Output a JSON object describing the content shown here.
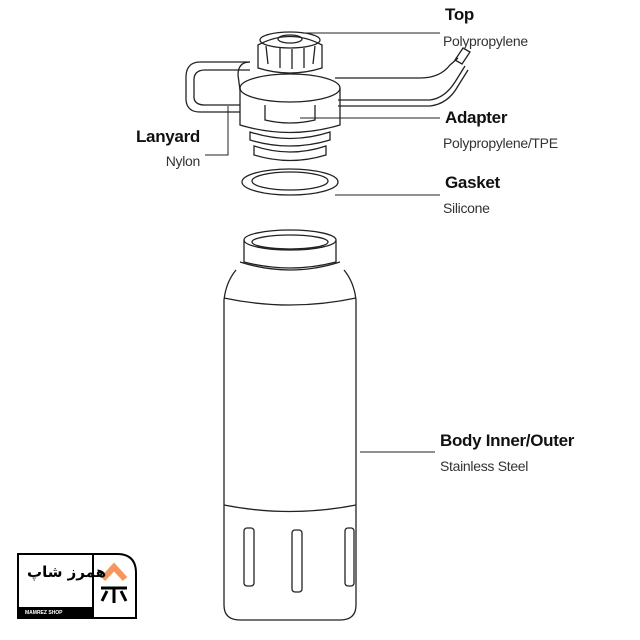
{
  "labels": {
    "top": {
      "title": "Top",
      "material": "Polypropylene"
    },
    "lanyard": {
      "title": "Lanyard",
      "material": "Nylon"
    },
    "adapter": {
      "title": "Adapter",
      "material": "Polypropylene/TPE"
    },
    "gasket": {
      "title": "Gasket",
      "material": "Silicone"
    },
    "body": {
      "title": "Body Inner/Outer",
      "material": "Stainless Steel"
    }
  },
  "logo": {
    "name_fa": "همرز شاپ",
    "name_en": "MAMREZ SHOP",
    "accent": "#f7955a"
  }
}
